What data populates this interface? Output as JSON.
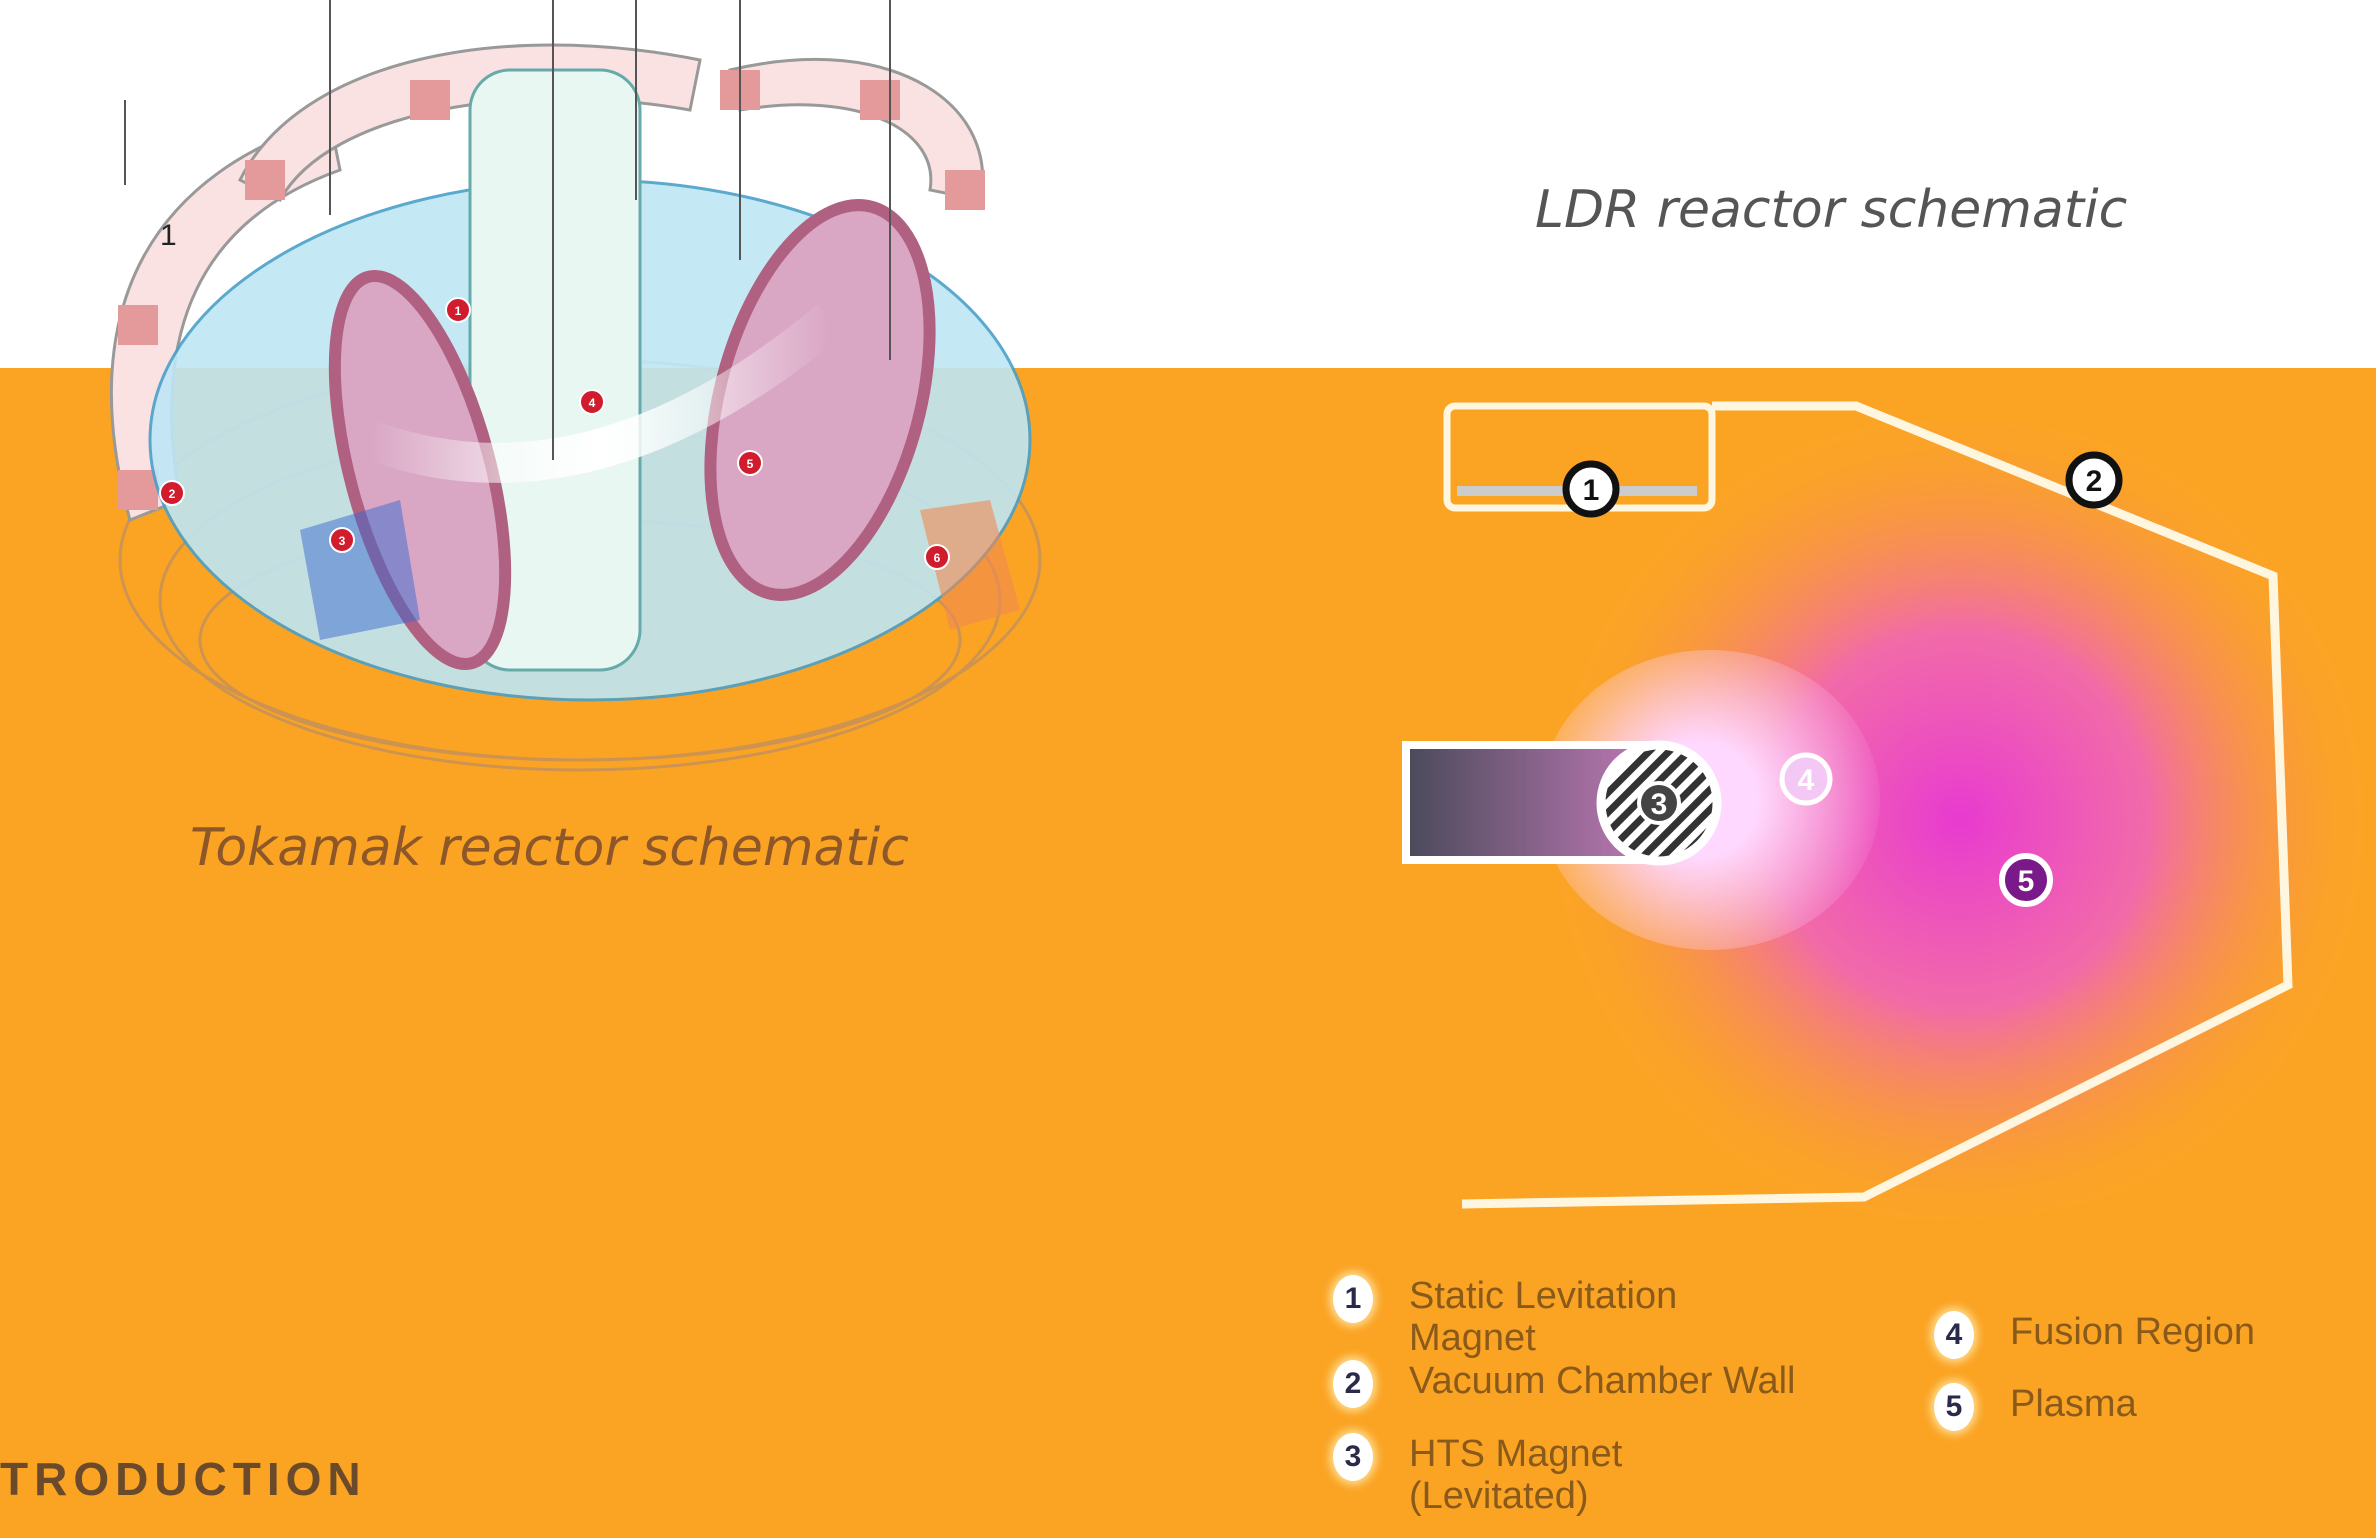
{
  "tokamak": {
    "caption": "Tokamak reactor schematic",
    "markers": [
      "1",
      "2",
      "3",
      "4",
      "5",
      "6",
      "1"
    ]
  },
  "ldr": {
    "caption": "LDR reactor schematic",
    "markers": [
      "1",
      "2",
      "3",
      "4",
      "5"
    ]
  },
  "legend": [
    {
      "num": "1",
      "label": "Static Levitation Magnet"
    },
    {
      "num": "2",
      "label": "Vacuum Chamber Wall"
    },
    {
      "num": "3",
      "label": "HTS Magnet (Levitated)"
    },
    {
      "num": "4",
      "label": "Fusion Region"
    },
    {
      "num": "5",
      "label": "Plasma"
    }
  ],
  "section_heading": "TRODUCTION",
  "colors": {
    "background": "#fba424",
    "plasma": "#e83ad0",
    "wall": "#fff6e0"
  }
}
